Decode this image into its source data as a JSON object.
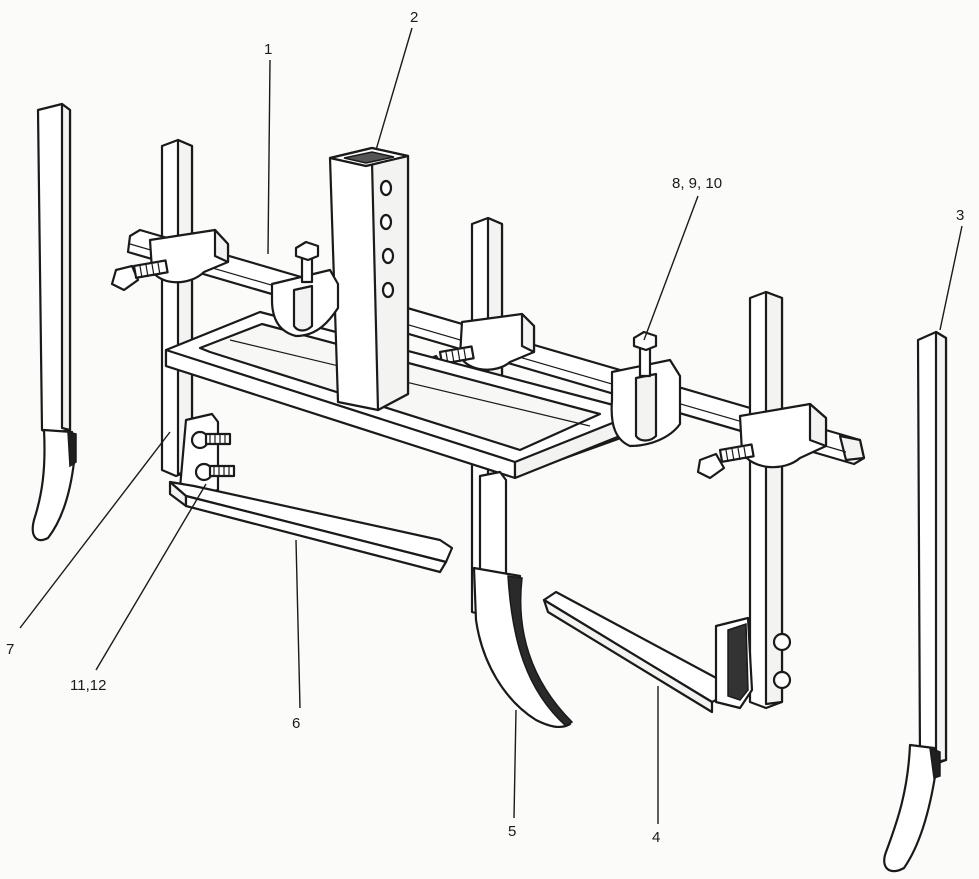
{
  "labels": {
    "l1": "1",
    "l2": "2",
    "l3": "3",
    "l4": "4",
    "l5": "5",
    "l6": "6",
    "l7": "7",
    "l8": "8, 9, 10",
    "l11": "11,12"
  }
}
